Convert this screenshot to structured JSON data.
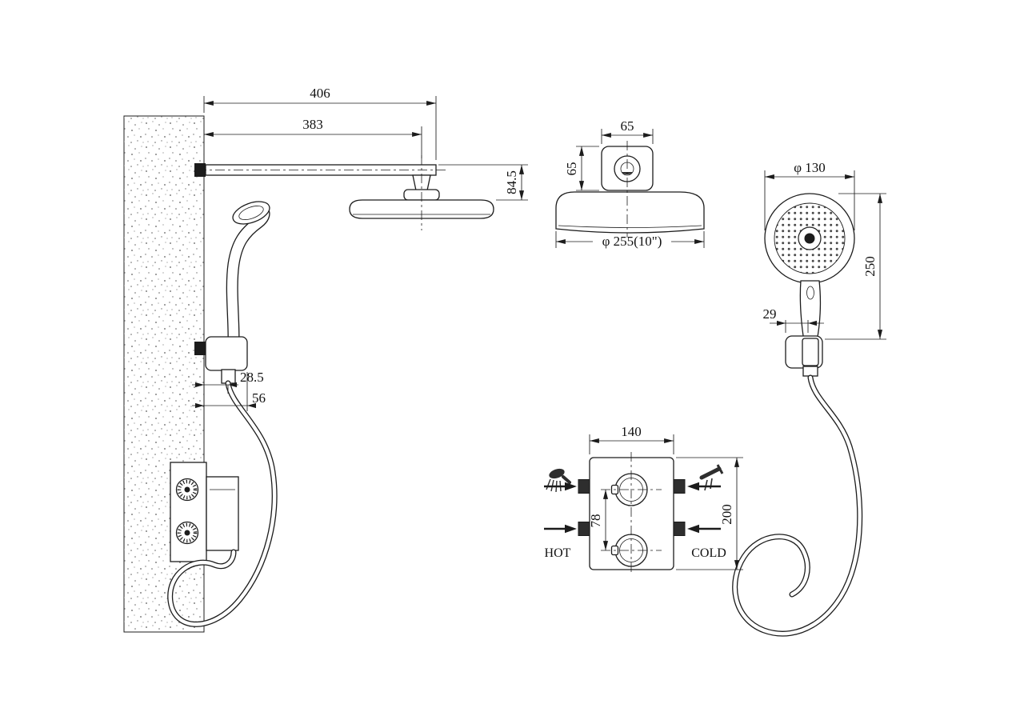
{
  "meta": {
    "background": "#ffffff",
    "line_color": "#1c1c1c",
    "drawing_type": "shower-system-installation-dimension-drawing"
  },
  "views": {
    "side": {
      "dims": {
        "arm_overall": "406",
        "arm_to_head_center": "383",
        "head_drop": "84.5",
        "bracket_offset": "28.5",
        "bracket_depth": "56"
      }
    },
    "rain_head": {
      "dims": {
        "mount_width": "65",
        "mount_height": "65",
        "diameter": "φ 255(10\")"
      }
    },
    "hand_shower": {
      "dims": {
        "diameter": "φ 130",
        "length": "250",
        "bracket_width": "29"
      }
    },
    "valve": {
      "dims": {
        "width": "140",
        "knob_spacing": "78",
        "height": "200"
      },
      "labels": {
        "hot": "HOT",
        "cold": "COLD"
      }
    }
  }
}
